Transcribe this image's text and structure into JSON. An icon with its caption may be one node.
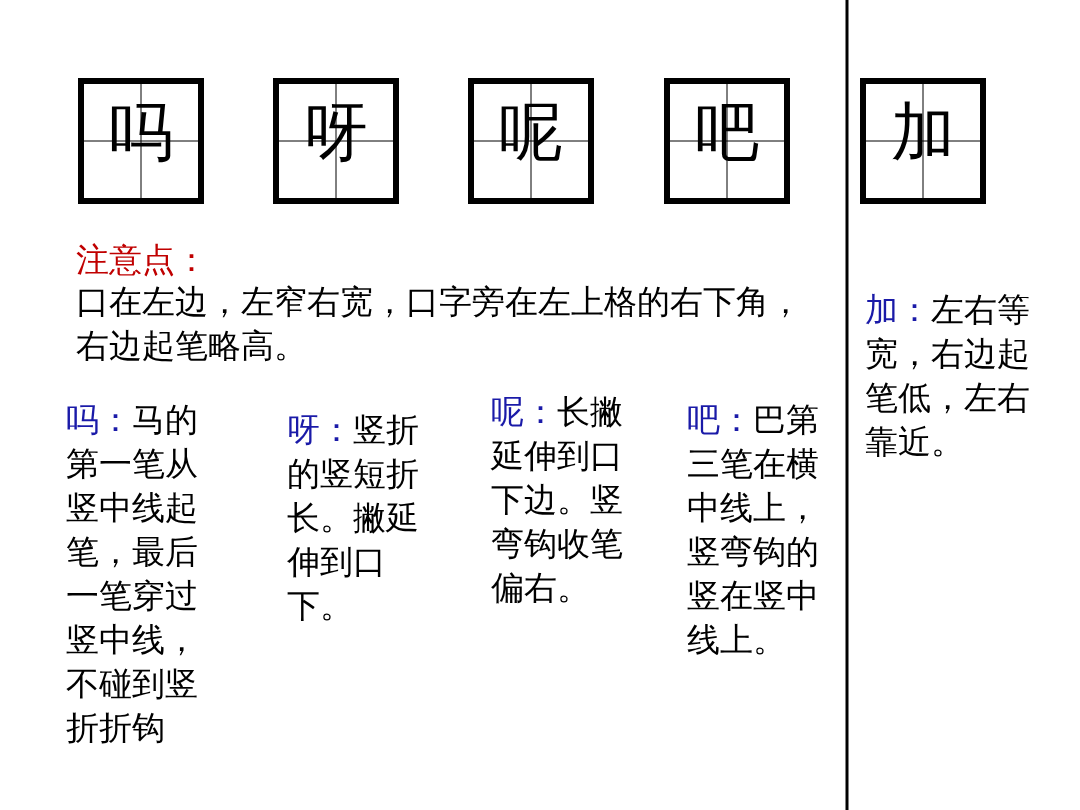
{
  "diagram": {
    "nodes": [
      {
        "text": [
          "吗"
        ]
      },
      {
        "text": [
          "呀"
        ]
      },
      {
        "text": [
          "呢"
        ]
      },
      {
        "text": [
          "吧"
        ]
      },
      {
        "text": [
          "加"
        ]
      }
    ],
    "labels": [
      "注意点：",
      "口在左边，左窄右宽，口字旁在左上格的右下角，右边起笔略高。",
      "吗：马的第一笔从竖中线起笔，最后一笔穿过竖中线，不碰到竖折折钩",
      "呀：竖折的竖短折长。撇延伸到口下。",
      "呢：长撇延伸到口下边。竖弯钩收笔偏右。",
      "吧：巴第三笔在横中线上，竖弯钩的竖在竖中线上。",
      "加：左右等宽，右边起笔低，左右靠近。"
    ]
  }
}
